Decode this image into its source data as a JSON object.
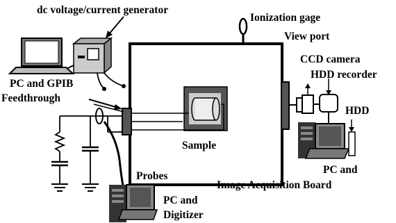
{
  "labels": {
    "generator": "dc voltage/current generator",
    "ionization_gage": "Ionization gage",
    "view_port": "View port",
    "pc_gpib": "PC and GPIB",
    "feedthrough": "Feedthrough",
    "ccd_camera": "CCD camera",
    "hdd_recorder": "HDD recorder",
    "hdd": "HDD",
    "sample": "Sample",
    "probes": "Probes",
    "pc_and_1": "PC and",
    "image_board": "Image Acquisition Board",
    "pc_and_2": "PC and",
    "digitizer": "Digitizer"
  },
  "colors": {
    "ink": "#000000",
    "dark_gray": "#555555",
    "mid_gray": "#808080",
    "light_gray": "#c8c8c8",
    "paper": "#ffffff"
  },
  "icons": [
    "laptop-icon",
    "generator-box-icon",
    "ionization-gage-icon",
    "ccd-camera-icon",
    "hdd-recorder-icon",
    "desktop-pc-icon",
    "resistor-icon",
    "capacitor-icon",
    "ground-icon"
  ]
}
